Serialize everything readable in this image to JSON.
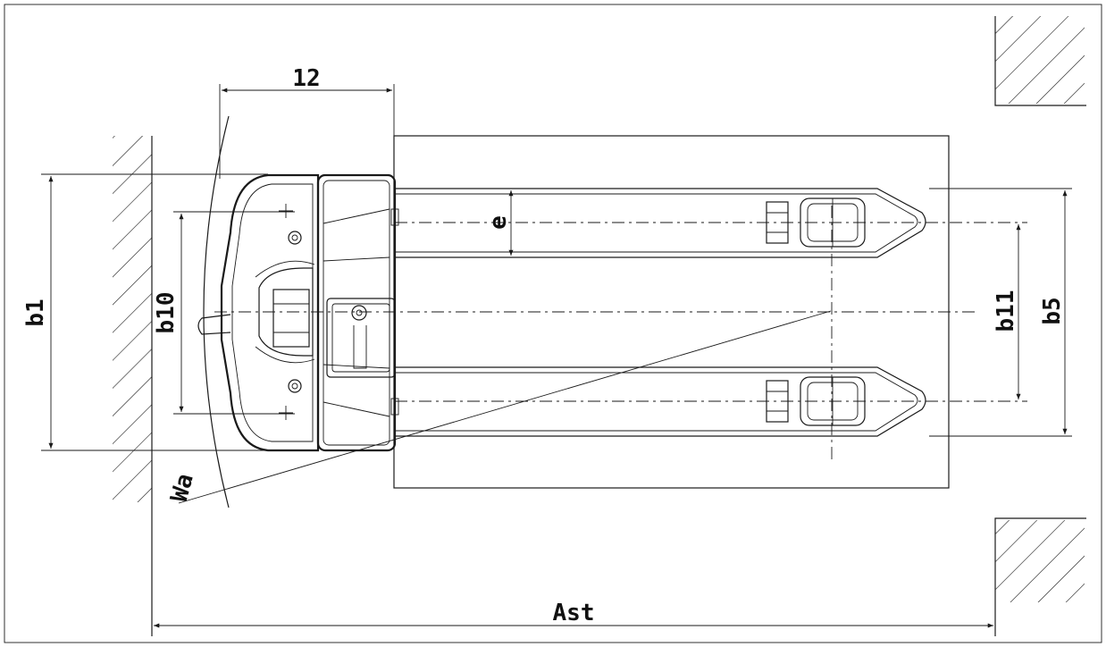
{
  "labels": {
    "dim_top": "12",
    "b1": "b1",
    "b10": "b10",
    "e": "e",
    "b11": "b11",
    "b5": "b5",
    "wa": "Wa",
    "ast": "Ast"
  },
  "colors": {
    "line": "#1a1a1a",
    "background": "#ffffff"
  }
}
